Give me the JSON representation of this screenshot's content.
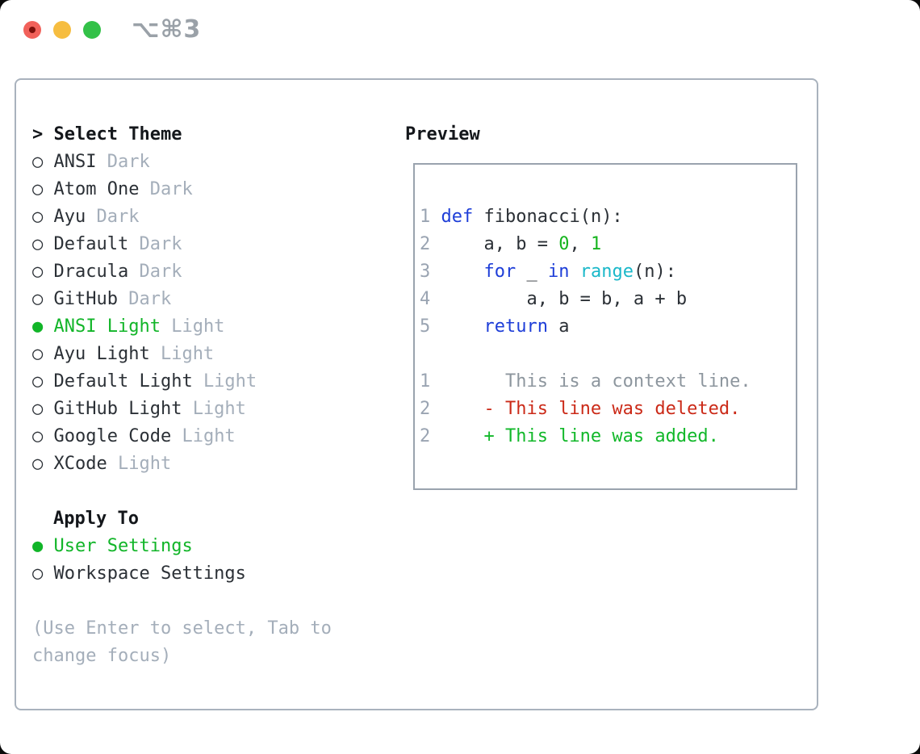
{
  "window": {
    "title": "⌥⌘3"
  },
  "traffic_lights": {
    "close": "close-button",
    "minimize": "minimize-button",
    "zoom": "zoom-button"
  },
  "theme_selector": {
    "cursor_prefix": "> ",
    "header": "Select Theme",
    "radio_selected": "●",
    "radio_unselected": "○",
    "themes": [
      {
        "label": "ANSI",
        "variant": "Dark",
        "selected": false
      },
      {
        "label": "Atom One",
        "variant": "Dark",
        "selected": false
      },
      {
        "label": "Ayu",
        "variant": "Dark",
        "selected": false
      },
      {
        "label": "Default",
        "variant": "Dark",
        "selected": false
      },
      {
        "label": "Dracula",
        "variant": "Dark",
        "selected": false
      },
      {
        "label": "GitHub",
        "variant": "Dark",
        "selected": false
      },
      {
        "label": "ANSI Light",
        "variant": "Light",
        "selected": true
      },
      {
        "label": "Ayu Light",
        "variant": "Light",
        "selected": false
      },
      {
        "label": "Default Light",
        "variant": "Light",
        "selected": false
      },
      {
        "label": "GitHub Light",
        "variant": "Light",
        "selected": false
      },
      {
        "label": "Google Code",
        "variant": "Light",
        "selected": false
      },
      {
        "label": "XCode",
        "variant": "Light",
        "selected": false
      }
    ],
    "apply_to": {
      "header": "Apply To",
      "options": [
        {
          "label": "User Settings",
          "selected": true
        },
        {
          "label": "Workspace Settings",
          "selected": false
        }
      ]
    },
    "help_lines": [
      "(Use Enter to select, Tab to",
      "change focus)"
    ]
  },
  "preview": {
    "header": "Preview",
    "lines": [
      {
        "name": "code-line-1",
        "segments": [
          [
            "lineno",
            "1"
          ],
          [
            "fg",
            " "
          ],
          [
            "kw",
            "def"
          ],
          [
            "fg",
            " fibonacci(n):"
          ]
        ]
      },
      {
        "name": "code-line-2",
        "segments": [
          [
            "lineno",
            "2"
          ],
          [
            "fg",
            "     a, b = "
          ],
          [
            "lit",
            "0"
          ],
          [
            "fg",
            ", "
          ],
          [
            "lit",
            "1"
          ]
        ]
      },
      {
        "name": "code-line-3",
        "segments": [
          [
            "lineno",
            "3"
          ],
          [
            "fg",
            "     "
          ],
          [
            "kw",
            "for"
          ],
          [
            "fg",
            " _ "
          ],
          [
            "kw",
            "in"
          ],
          [
            "fg",
            " "
          ],
          [
            "fn",
            "range"
          ],
          [
            "fg",
            "(n):"
          ]
        ]
      },
      {
        "name": "code-line-4",
        "segments": [
          [
            "lineno",
            "4"
          ],
          [
            "fg",
            "         a, b = b, a + b"
          ]
        ]
      },
      {
        "name": "code-line-5",
        "segments": [
          [
            "lineno",
            "5"
          ],
          [
            "fg",
            "     "
          ],
          [
            "kw",
            "return"
          ],
          [
            "fg",
            " a"
          ]
        ]
      },
      {
        "name": "blank-line",
        "segments": []
      },
      {
        "name": "diff-context-line",
        "segments": [
          [
            "lineno",
            "1"
          ],
          [
            "ctx",
            "       This is a context line."
          ]
        ]
      },
      {
        "name": "diff-deleted-line",
        "segments": [
          [
            "lineno",
            "2"
          ],
          [
            "del",
            "     - This line was deleted."
          ]
        ]
      },
      {
        "name": "diff-added-line",
        "segments": [
          [
            "lineno",
            "2"
          ],
          [
            "add",
            "     + This line was added."
          ]
        ]
      }
    ]
  },
  "colors": {
    "fg": "#2b3036",
    "header": "#14171b",
    "muted": "#a4aeba",
    "green": "#11b528",
    "lineno": "#9aa4b2",
    "kw": "#1e3ed8",
    "lit": "#16b41e",
    "fn": "#1ab8c9",
    "ctx": "#8d969e",
    "del": "#cb2a18",
    "add": "#12b82a",
    "border_outer": "#a9b2bd",
    "border_preview": "#9aa3ae",
    "title": "#9aa1a8",
    "tl_close": "#f1615a",
    "tl_close_dot": "#7c100b",
    "tl_min": "#f6bd40",
    "tl_zoom": "#33c148",
    "page_bg": "#0a0a0a",
    "window_bg": "#ffffff"
  }
}
